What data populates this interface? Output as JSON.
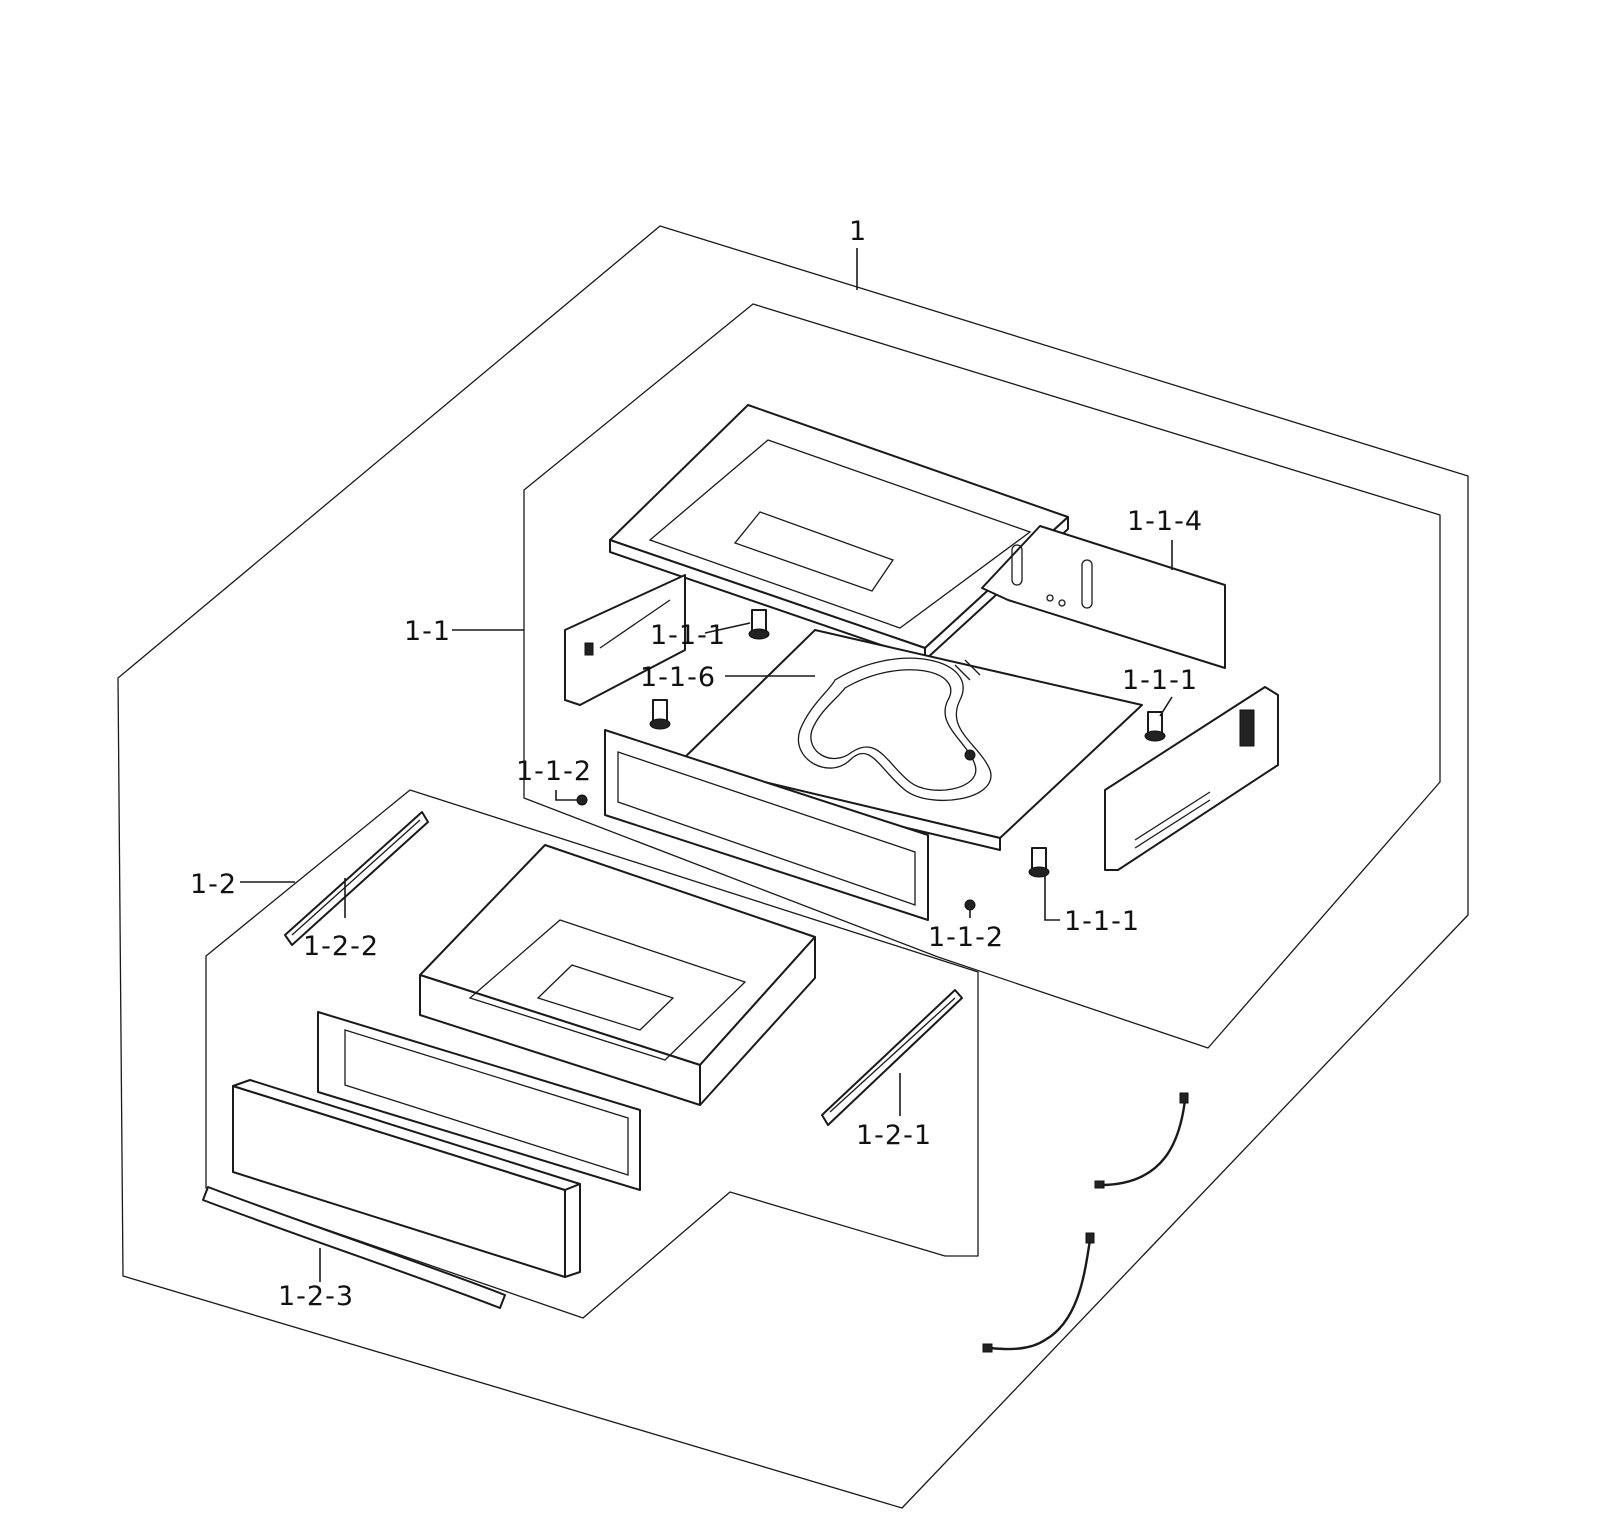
{
  "callouts": {
    "assembly": "1",
    "drawer_body": "1-1",
    "rear_panel": "1-1-4",
    "leg_rear_left": "1-1-1",
    "element": "1-1-6",
    "leg_rear_right": "1-1-1",
    "cap_left": "1-1-2",
    "leg_front_right": "1-1-1",
    "cap_right": "1-1-2",
    "drawer": "1-2",
    "rail_left": "1-2-2",
    "rail_right": "1-2-1",
    "handle": "1-2-3"
  }
}
